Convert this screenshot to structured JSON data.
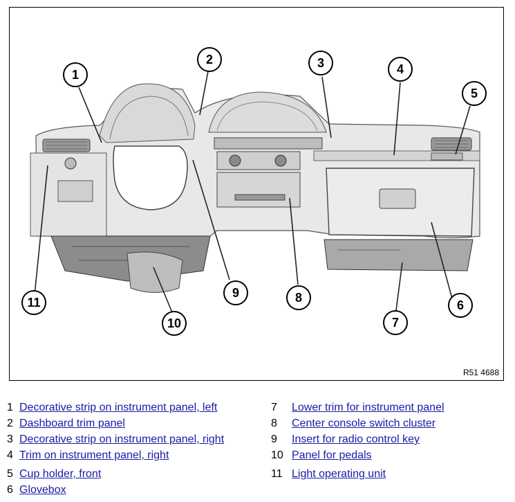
{
  "figure": {
    "code": "R51 4688",
    "callouts": [
      "1",
      "2",
      "3",
      "4",
      "5",
      "6",
      "7",
      "8",
      "9",
      "10",
      "11"
    ]
  },
  "legend": {
    "left": [
      {
        "num": "1",
        "label": "Decorative strip on instrument panel, left"
      },
      {
        "num": "2",
        "label": "Dashboard trim panel"
      },
      {
        "num": "3",
        "label": "Decorative strip on instrument panel, right"
      },
      {
        "num": "4",
        "label": "Trim on instrument panel, right"
      },
      {
        "num": "5",
        "label": "Cup holder, front"
      },
      {
        "num": "6",
        "label": "Glovebox"
      }
    ],
    "right": [
      {
        "num": "7",
        "label": "Lower trim for instrument panel"
      },
      {
        "num": "8",
        "label": "Center console switch cluster"
      },
      {
        "num": "9",
        "label": "Insert for radio control key"
      },
      {
        "num": "10",
        "label": "Panel for pedals"
      },
      {
        "num": "11",
        "label": "Light operating unit"
      }
    ]
  },
  "colors": {
    "link": "#1a1aa6",
    "panel": "#e6e6e6",
    "shadow": "#7a7a7a"
  }
}
